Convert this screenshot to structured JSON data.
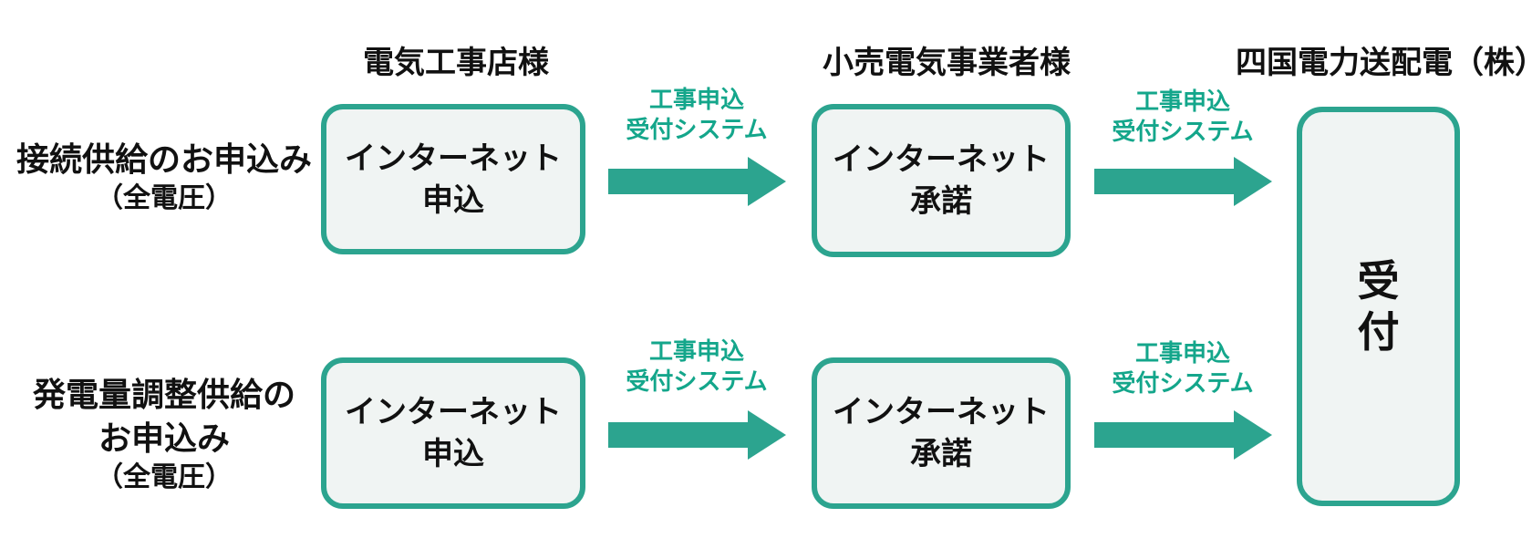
{
  "colors": {
    "teal": "#2ca48f",
    "teal_text": "#14a68b",
    "box_fill": "#f0f4f3",
    "text": "#111111",
    "background": "#ffffff"
  },
  "column_headers": {
    "contractor": "電気工事店様",
    "retailer": "小売電気事業者様",
    "utility": "四国電力送配電（株）"
  },
  "rows": [
    {
      "label_main": "接続供給のお申込み",
      "label_sub": "（全電圧）",
      "apply_box": "インターネット\n申込",
      "arrow1_label": "工事申込\n受付システム",
      "accept_box": "インターネット\n承諾",
      "arrow2_label": "工事申込\n受付システム"
    },
    {
      "label_main": "発電量調整供給の\nお申込み",
      "label_sub": "（全電圧）",
      "apply_box": "インターネット\n申込",
      "arrow1_label": "工事申込\n受付システム",
      "accept_box": "インターネット\n承諾",
      "arrow2_label": "工事申込\n受付システム"
    }
  ],
  "reception_box": "受\n付"
}
